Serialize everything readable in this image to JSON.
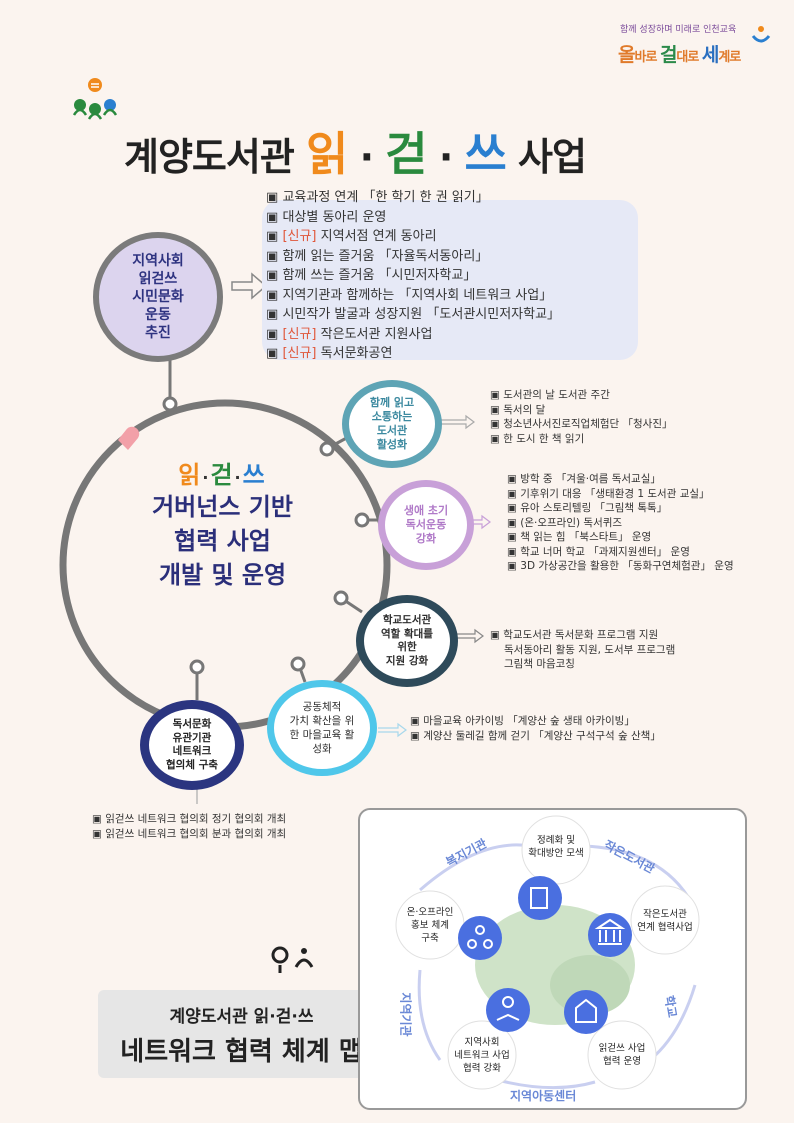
{
  "header": {
    "slogan": "함께 성장하며 미래로 인천교육",
    "brand_parts": [
      "올",
      "바로 ",
      "걸",
      "대로 ",
      "세",
      "계로"
    ],
    "title_prefix": "계양도서관 ",
    "title_c1": "읽",
    "title_c2": "걷",
    "title_c3": "쓰",
    "title_dot": "·",
    "title_suffix": " 사업"
  },
  "civic": {
    "circle_lines": [
      "지역사회",
      "읽걷쓰",
      "시민문화",
      "운동",
      "추진"
    ],
    "items": [
      {
        "tag": "",
        "text": "교육과정 연계 「한 학기 한 권 읽기」"
      },
      {
        "tag": "",
        "text": "대상별 동아리 운영"
      },
      {
        "tag": "[신규]",
        "text": " 지역서점 연계 동아리"
      },
      {
        "tag": "",
        "text": "함께 읽는 즐거움 「자율독서동아리」"
      },
      {
        "tag": "",
        "text": "함께 쓰는 즐거움 「시민저자학교」"
      },
      {
        "tag": "",
        "text": "지역기관과 함께하는 「지역사회 네트워크 사업」"
      },
      {
        "tag": "",
        "text": "시민작가 발굴과 성장지원 「도서관시민저자학교」"
      },
      {
        "tag": "[신규]",
        "text": " 작은도서관 지원사업"
      },
      {
        "tag": "[신규]",
        "text": " 독서문화공연"
      }
    ],
    "bullet": "▣"
  },
  "center": {
    "c1": "읽",
    "c2": "걷",
    "c3": "쓰",
    "dot": "·",
    "line1": "거버넌스 기반",
    "line2": "협력 사업",
    "line3": "개발 및 운영"
  },
  "satellites": [
    {
      "lines": [
        "함께 읽고",
        "소통하는",
        "도서관",
        "활성화"
      ],
      "color": "#5ea4b5",
      "items": [
        "도서관의 날 도서관 주간",
        "독서의 달",
        "청소년사서진로직업체험단 「청사진」",
        "한 도시 한 책 읽기"
      ]
    },
    {
      "lines": [
        "생애 초기",
        "독서운동",
        "강화"
      ],
      "color": "#c08fd0",
      "items": [
        "방학 중 「겨울·여름 독서교실」",
        "기후위기 대응 「생태환경 1 도서관 교실」",
        "유아 스토리텔링 「그림책 톡톡」",
        "(온·오프라인) 독서퀴즈",
        "책 읽는 힘 「북스타트」 운영",
        "학교 너머 학교 「과제지원센터」 운영",
        "3D 가상공간을 활용한 「동화구연체험관」 운영"
      ]
    },
    {
      "lines": [
        "학교도서관",
        "역할 확대를",
        "위한",
        "지원 강화"
      ],
      "color": "#2e4a5a",
      "items": [
        "학교도서관 독서문화 프로그램 지원",
        "독서동아리 활동 지원, 도서부 프로그램",
        "그림책 마음코칭"
      ]
    },
    {
      "lines": [
        "공동체적",
        "가치 확산을 위",
        "한 마을교육 활",
        "성화"
      ],
      "color": "#4fc7ea",
      "items": [
        "마을교육 아카이빙 「계양산 숲 생태 아카이빙」",
        "계양산 둘레길 함께 걷기 「계양산 구석구석 숲 산책」"
      ]
    },
    {
      "lines": [
        "독서문화",
        "유관기관",
        "네트워크",
        "협의체 구축"
      ],
      "color": "#2b3580",
      "items": [
        "읽걷쓰 네트워크 협의회 정기 협의회 개최",
        "읽걷쓰 네트워크 협의회 분과 협의회 개최"
      ]
    }
  ],
  "network": {
    "nodes": [
      {
        "lines": [
          "정례화 및",
          "확대방안 모색"
        ]
      },
      {
        "lines": [
          "작은도서관",
          "연계 협력사업"
        ]
      },
      {
        "lines": [
          "읽걷쓰 사업",
          "협력 운영"
        ]
      },
      {
        "lines": [
          "지역사회",
          "네트워크 사업",
          "협력 강화"
        ]
      },
      {
        "lines": [
          "온·오프라인",
          "홍보 체계",
          "구축"
        ]
      }
    ],
    "ring_labels": [
      "복지기관",
      "작은도서관",
      "학교",
      "지역아동센터",
      "지역기관"
    ],
    "box_title_1": "계양도서관 읽·걷·쓰",
    "box_title_2": "네트워크 협력 체계 맵"
  },
  "colors": {
    "orange": "#f08a1c",
    "green": "#2a8a3e",
    "blue": "#2a7fd0",
    "navy": "#2b2f7a",
    "ring": "#777777",
    "icon_blue": "#4a6fe0"
  }
}
